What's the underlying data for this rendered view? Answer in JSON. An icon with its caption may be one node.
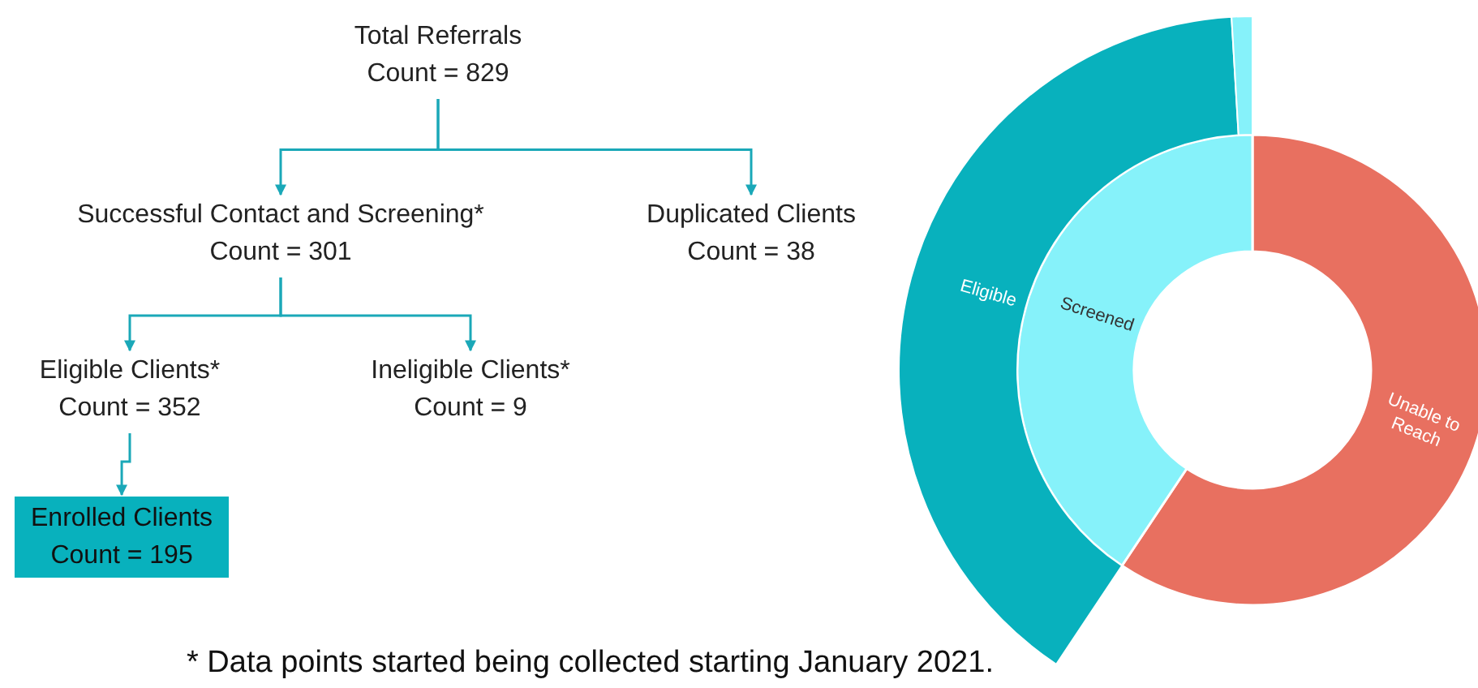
{
  "diagram": {
    "nodes": [
      {
        "text": [
          "Total Referrals",
          "Count = 829"
        ]
      },
      {
        "text": [
          "Successful Contact and Screening*",
          "Count = 301"
        ]
      },
      {
        "text": [
          "Duplicated Clients",
          "Count = 38"
        ]
      },
      {
        "text": [
          "Eligible Clients*",
          "Count = 352"
        ]
      },
      {
        "text": [
          "Ineligible Clients*",
          "Count = 9"
        ]
      },
      {
        "text": [
          "Enrolled Clients",
          "Count = 195"
        ]
      }
    ],
    "edges": [
      {
        "from": 0,
        "to": 1,
        "arrow": "to"
      },
      {
        "from": 0,
        "to": 2,
        "arrow": "to"
      },
      {
        "from": 1,
        "to": 3,
        "arrow": "to"
      },
      {
        "from": 1,
        "to": 4,
        "arrow": "to"
      },
      {
        "from": 3,
        "to": 5,
        "arrow": "to"
      }
    ],
    "labels": [
      "Eligible",
      "Screened",
      "Unable to Reach",
      "* Data points started being collected starting January 2021."
    ]
  }
}
